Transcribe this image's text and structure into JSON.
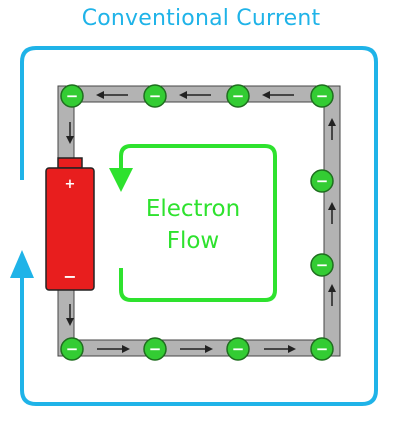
{
  "title": "Conventional Current",
  "inner_label_line1": "Electron",
  "inner_label_line2": "Flow",
  "battery": {
    "positive": "+",
    "negative": "−"
  },
  "electron_sign": "−",
  "colors": {
    "conventional": "#1fb3e8",
    "electron": "#2ee22e",
    "wire": "#b3b3b3",
    "battery": "#e81e1e",
    "electron_fill": "#33cc33"
  }
}
